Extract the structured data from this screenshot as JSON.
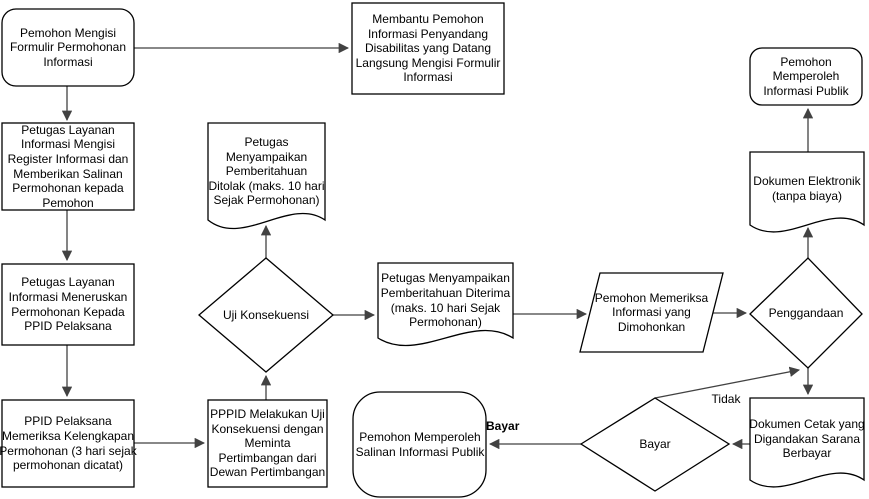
{
  "diagram": {
    "type": "flowchart",
    "language": "Indonesian",
    "colors": {
      "background": "#ffffff",
      "shape_stroke": "#000000",
      "connector": "#424242",
      "text": "#000000"
    },
    "nodes": {
      "pemohon_mengisi": {
        "shape": "rounded-rectangle",
        "label": "Pemohon Mengisi Formulir Permohonan Informasi"
      },
      "petugas_register": {
        "shape": "rectangle",
        "label": "Petugas Layanan Informasi Mengisi Register Informasi dan Memberikan Salinan Permohonan kepada Pemohon"
      },
      "petugas_meneruskan": {
        "shape": "rectangle",
        "label": "Petugas Layanan Informasi Meneruskan Permohonan Kepada PPID Pelaksana"
      },
      "ppid_memeriksa": {
        "shape": "rectangle",
        "label": "PPID Pelaksana Memeriksa Kelengkapan Permohonan (3 hari sejak permohonan dicatat)"
      },
      "membantu_disabilitas": {
        "shape": "rectangle",
        "label": "Membantu Pemohon Informasi Penyandang Disabilitas yang Datang Langsung Mengisi Formulir Informasi"
      },
      "pemberitahuan_ditolak": {
        "shape": "document",
        "label": "Petugas Menyampaikan Pemberitahuan Ditolak (maks. 10 hari Sejak Permohonan)"
      },
      "uji_konsekuensi": {
        "shape": "diamond",
        "label": "Uji Konsekuensi"
      },
      "pppid_uji": {
        "shape": "rectangle",
        "label": "PPPID Melakukan Uji Konsekuensi dengan Meminta Pertimbangan dari Dewan Pertimbangan"
      },
      "pemberitahuan_diterima": {
        "shape": "document",
        "label": "Petugas Menyampaikan Pemberitahuan Diterima (maks. 10 hari Sejak Permohonan)"
      },
      "memperoleh_salinan": {
        "shape": "rounded-rectangle",
        "label": "Pemohon Memperoleh Salinan Informasi Publik"
      },
      "memeriksa_informasi": {
        "shape": "parallelogram",
        "label": "Pemohon Memeriksa Informasi yang Dimohonkan"
      },
      "penggandaan": {
        "shape": "diamond",
        "label": "Penggandaan"
      },
      "dokumen_elektronik": {
        "shape": "document",
        "label": "Dokumen Elektronik (tanpa biaya)"
      },
      "memperoleh_publik": {
        "shape": "rounded-rectangle",
        "label": "Pemohon Memperoleh Informasi Publik"
      },
      "bayar_keputusan": {
        "shape": "diamond",
        "label": "Bayar"
      },
      "dokumen_cetak": {
        "shape": "document",
        "label": "Dokumen Cetak yang Digandakan Sarana Berbayar"
      }
    },
    "edge_labels": {
      "tidak": "Tidak",
      "bayar": "Bayar"
    }
  }
}
